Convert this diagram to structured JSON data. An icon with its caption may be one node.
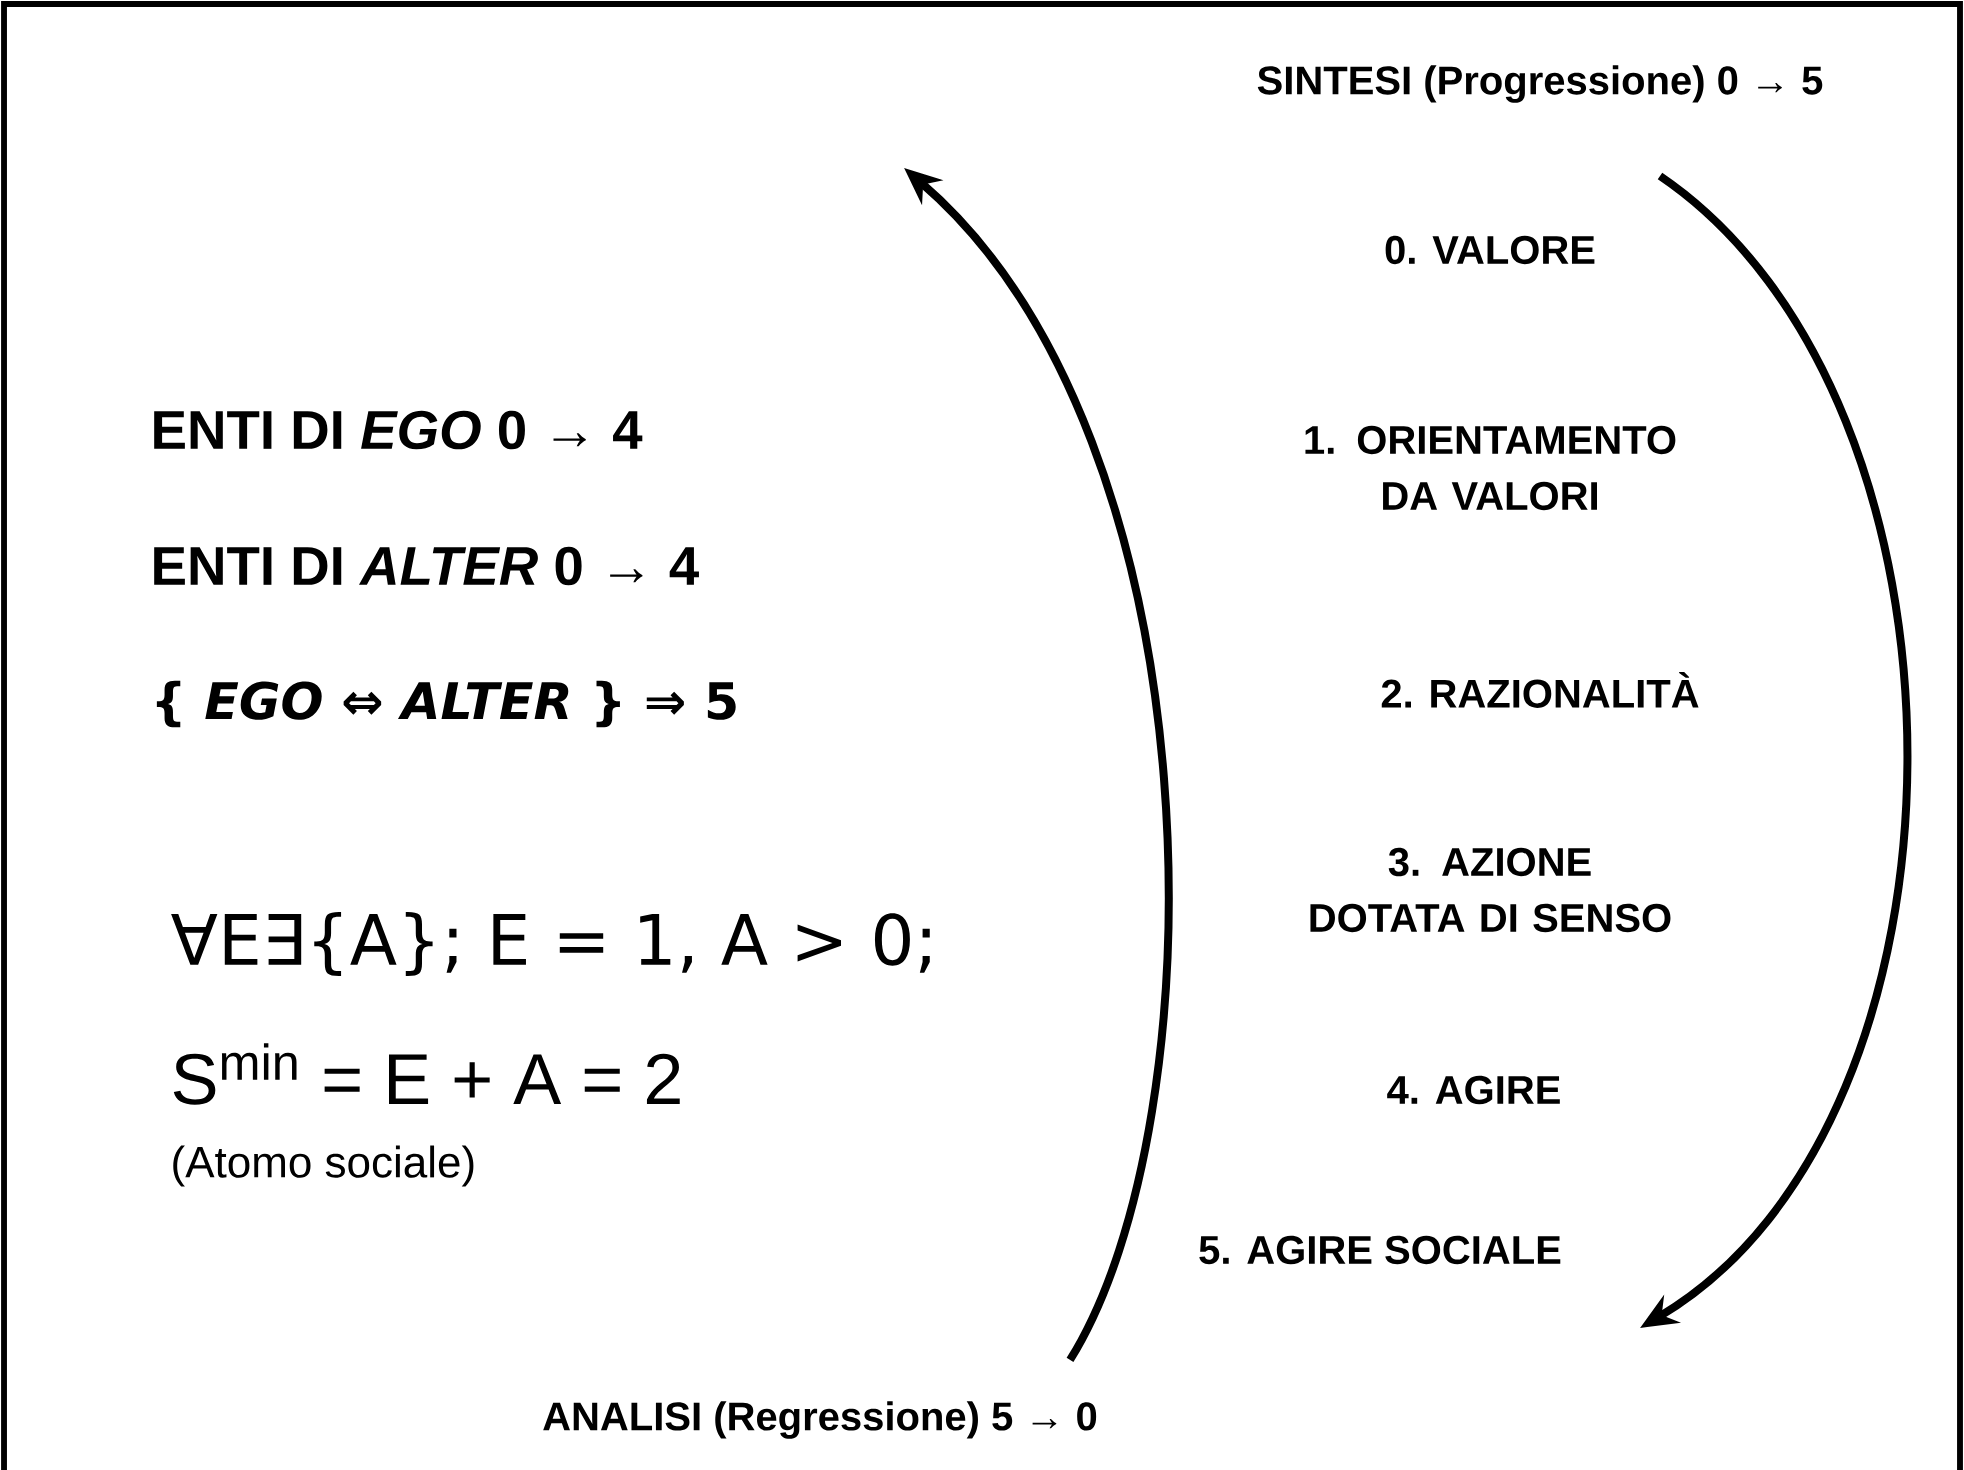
{
  "diagram": {
    "labels": [
      "SINTESI (Progressione) 0 → 5",
      "ENTI DI *EGO* 0 → 4",
      "ENTI DI *ALTER* 0 → 4",
      "{ *EGO* ⇔ *ALTER* } ⇒ 5",
      "∀E∃{A}; E = 1, A > 0;",
      "S$^{min}$ = E + A = 2",
      "(Atomo sociale)",
      "0. VALORE",
      "1. ORIENTAMENTO DA VALORI",
      "2. RAZIONALITÀ",
      "3. AZIONE DOTATA DI SENSO",
      "4. AGIRE",
      "5. AGIRE SOCIALE",
      "ANALISI (Regressione) 5 → 0"
    ]
  }
}
